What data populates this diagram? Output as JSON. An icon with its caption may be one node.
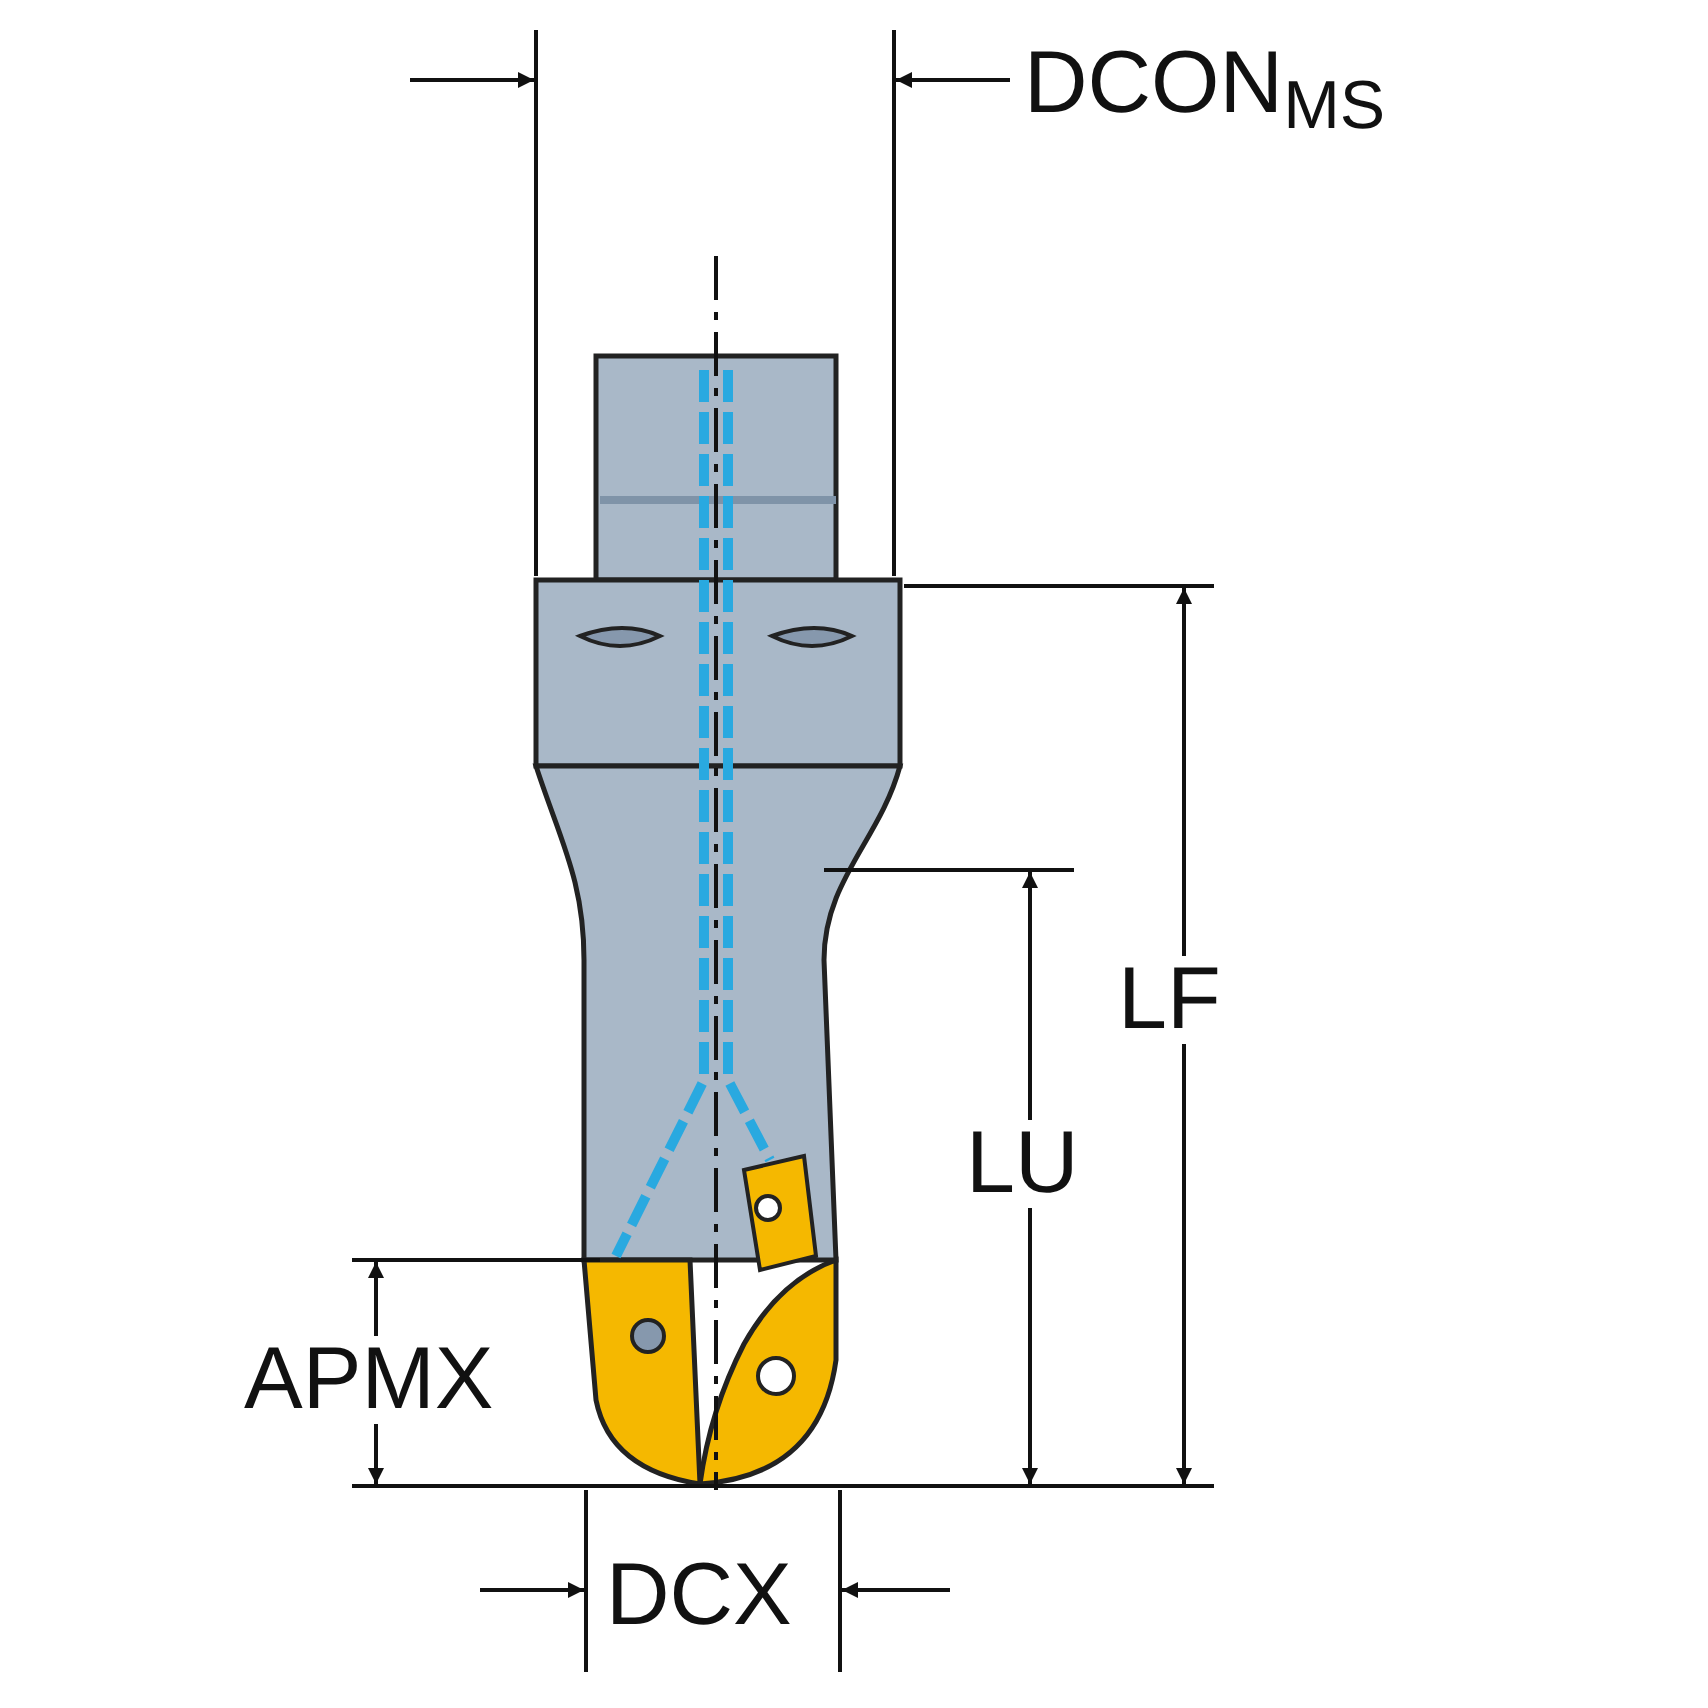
{
  "diagram": {
    "labels": [
      "DCON$_{MS}$",
      "LF",
      "LU",
      "APMX",
      "DCX"
    ]
  }
}
